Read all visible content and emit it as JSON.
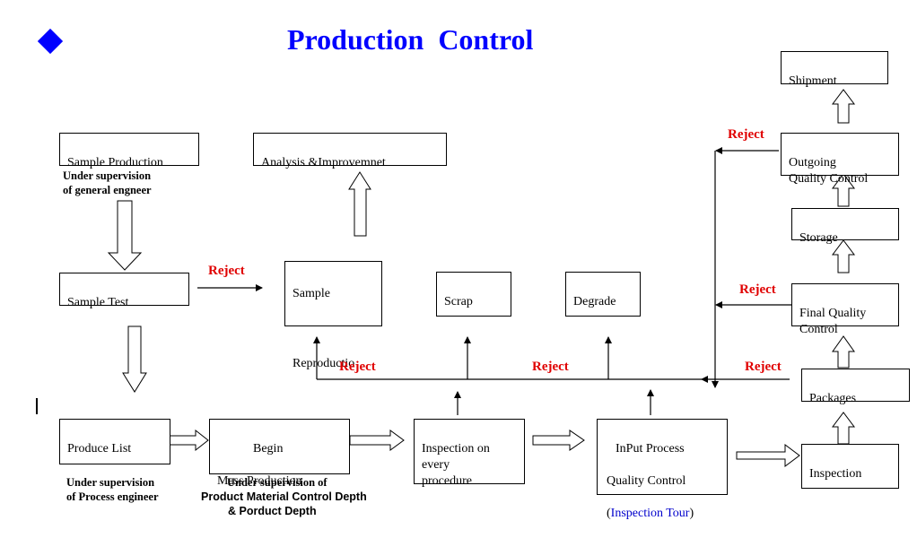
{
  "title": "Production  Control",
  "boxes": {
    "sample_production": "Sample Production",
    "analysis": "Analysis &Improvemnet",
    "sample_test": "Sample Test",
    "sample_reproduction_l1": "Sample",
    "sample_reproduction_l2": "Reproductio",
    "scrap": "Scrap",
    "degrade": "Degrade",
    "shipment": "Shipment",
    "outgoing_qc": "Outgoing\nQuality Control",
    "storage": "Storage",
    "final_qc": "Final Quality\nControl",
    "packages": "Packages",
    "produce_list": "Produce List",
    "begin_mass_l1": "Begin",
    "begin_mass_l2": "Mass Production",
    "inspection_every": "Inspection on\nevery\nprocedure",
    "input_qc_l1": "InPut Process",
    "input_qc_l2": "Quality Control",
    "input_qc_open": "(",
    "input_qc_tour": "Inspection Tour",
    "input_qc_close": ")",
    "inspection": "Inspection"
  },
  "notes": {
    "general_engineer": "Under supervision\nof general engneer",
    "process_engineer": "Under supervision\nof Process engineer",
    "mass_supervision": "Under supervision of",
    "material_depth_l1": "Product Material Control Depth",
    "material_depth_l2": "&  Porduct Depth"
  },
  "rejects": {
    "sample_test": "Reject",
    "left_line": "Reject",
    "mid_line": "Reject",
    "packages": "Reject",
    "final_qc": "Reject",
    "outgoing_qc": "Reject"
  },
  "colors": {
    "title": "#0000ff",
    "reject": "#e00000",
    "inspection_tour": "#0000cc"
  }
}
